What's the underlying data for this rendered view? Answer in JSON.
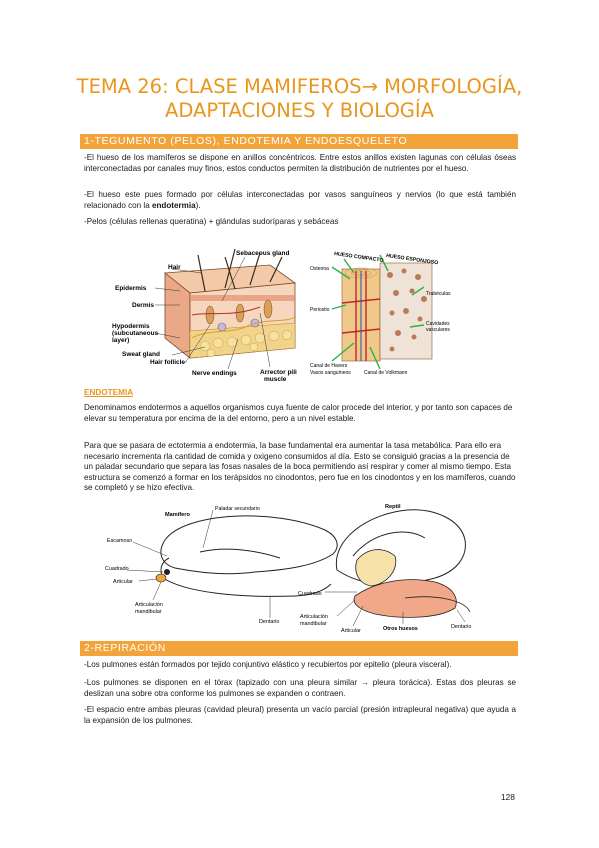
{
  "title_line1": "TEMA 26: CLASE MAMIFEROS→ MORFOLOGÍA,",
  "title_line2": "ADAPTACIONES Y BIOLOGÍA",
  "section1": "1-TEGUMENTO (PELOS), ENDOTEMIA Y ENDOESQUELETO",
  "s1_p1": "-El hueso de los mamíferos se dispone en anillos concéntricos. Entre estos anillos existen lagunas con células óseas interconectadas por canales muy finos, estos conductos permiten la distribución de nutrientes por el hueso.",
  "s1_p2a": "-El hueso este pues formado por células interconectadas por vasos sanguíneos y nervios (lo que está también relacionado con la ",
  "s1_p2b": "endotermia",
  "s1_p2c": ").",
  "s1_p3": "-Pelos (células rellenas queratina) + glándulas sudoríparas y sebáceas",
  "skin": {
    "hair": "Hair",
    "sebaceous": "Sebaceous gland",
    "epidermis": "Epidermis",
    "dermis": "Dermis",
    "hypo1": "Hypodermis",
    "hypo2": "(subcutaneous",
    "hypo3": "layer)",
    "sweat": "Sweat gland",
    "follicle": "Hair follicle",
    "nerve": "Nerve endings",
    "arrector1": "Arrector pili",
    "arrector2": "muscle"
  },
  "bone": {
    "compacto": "HUESO COMPACTO",
    "esponjoso": "HUESO ESPONJOSO",
    "osteona": "Osteona",
    "trabeculas": "Trabéculas",
    "periostio": "Periostio",
    "cavidades1": "Cavidades",
    "cavidades2": "vasculares",
    "havers1": "Canal de Havers",
    "havers2": "Vasos sanguíneos",
    "volkmann": "Canal de Volkmann"
  },
  "endotemia_heading": "ENDOTEMIA",
  "endo_p1a": "Denominamos endotermos a aquellos organismos cuya fuente de calor procede del interior, y por tanto son capaces de",
  "endo_p1b": "elevar su temperatura por encima de la del entorno, pero a un nivel estable.",
  "endo_p2": "Para que se pasara de ectotermia a endotermia, la base fundamental era aumentar la tasa metabólica. Para ello era necesario incrementa rla cantidad de comida y oxigeno consumidos al día. Esto se consiguió gracias a la presencia de un paladar secundario que separa las fosas nasales de la boca permitiendo así respirar y comer al mismo tiempo. Esta estructura se comenzó a formar en los terápsidos no cinodontos, pero fue en los cinodontos y en los mamíferos, cuando se completó y se hizo efectiva.",
  "skull": {
    "mamifero": "Mamífero",
    "paladar": "Paladar secundario",
    "escamoso": "Escamoso",
    "cuadrado": "Cuadrado",
    "articular": "Articular",
    "artic1": "Articulación",
    "artic2": "mandibular",
    "dentario": "Dentario",
    "reptil": "Reptil",
    "cuadrado_r": "Cuadrado",
    "artic1_r": "Articulación",
    "artic2_r": "mandibular",
    "articular_r": "Articular",
    "otros": "Otros huesos",
    "dentario_r": "Dentario"
  },
  "section2": "2-REPIRACIÓN",
  "s2_p1": "-Los pulmones están formados por tejido conjuntivo elástico y recubiertos por epitelio (pleura visceral).",
  "s2_p2": "-Los pulmones se disponen en el tórax (tapizado con una pleura similar → pleura torácica). Estas dos pleuras se deslizan una sobre otra conforme los pulmones se expanden o contraen.",
  "s2_p3": "-El espacio entre ambas pleuras (cavidad pleural) presenta un vacío parcial (presión intrapleural negativa) que ayuda a la expansión de los pulmones.",
  "page_number": "128"
}
